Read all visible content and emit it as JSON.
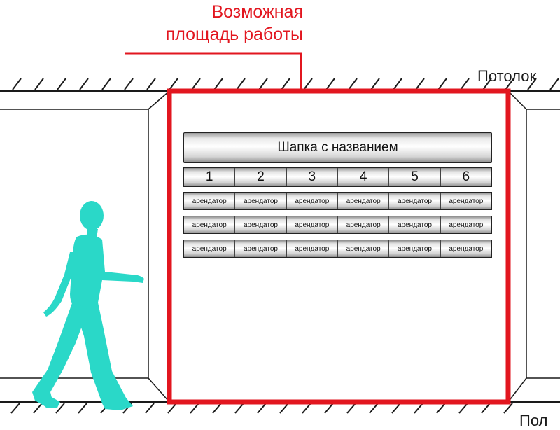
{
  "labels": {
    "work_area_line1": "Возможная",
    "work_area_line2": "площадь работы",
    "ceiling": "Потолок",
    "floor": "Пол"
  },
  "board": {
    "title": "Шапка с названием",
    "columns": [
      "1",
      "2",
      "3",
      "4",
      "5",
      "6"
    ],
    "tenant_rows": [
      [
        "арендатор",
        "арендатор",
        "арендатор",
        "арендатор",
        "арендатор",
        "арендатор"
      ],
      [
        "арендатор",
        "арендатор",
        "арендатор",
        "арендатор",
        "арендатор",
        "арендатор"
      ],
      [
        "арендатор",
        "арендатор",
        "арендатор",
        "арендатор",
        "арендатор",
        "арендатор"
      ]
    ]
  },
  "colors": {
    "highlight": "#e2161f",
    "person": "#2ad8c8",
    "lines": "#1a1a1a"
  },
  "icons": {
    "person": "walking-person-icon"
  }
}
